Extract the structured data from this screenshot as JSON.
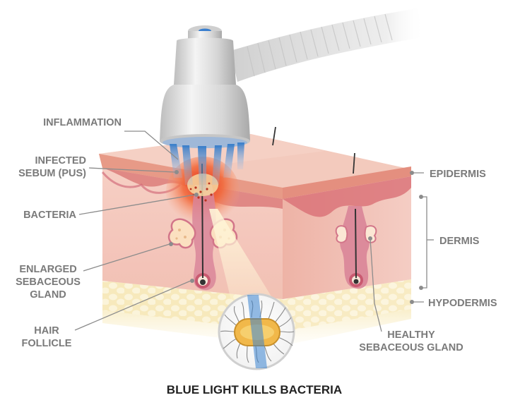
{
  "labels": {
    "inflammation": "INFLAMMATION",
    "infected_sebum_line1": "INFECTED",
    "infected_sebum_line2": "SEBUM (PUS)",
    "bacteria": "BACTERIA",
    "enlarged_line1": "ENLARGED",
    "enlarged_line2": "SEBACEOUS",
    "enlarged_line3": "GLAND",
    "hair_follicle_line1": "HAIR",
    "hair_follicle_line2": "FOLLICLE",
    "epidermis": "EPIDERMIS",
    "dermis": "DERMIS",
    "hypodermis": "HYPODERMIS",
    "healthy_line1": "HEALTHY",
    "healthy_line2": "SEBACEOUS GLAND"
  },
  "caption": "BLUE LIGHT KILLS BACTERIA",
  "colors": {
    "label_text": "#7a7a7a",
    "caption_text": "#222222",
    "blue_light": "#4a8fd4",
    "epidermis": "#e8a08e",
    "dermis": "#f4c8c0",
    "hypodermis": "#f6e9b8",
    "inflammation": "#e8452a",
    "device_body": "#d9d9d9"
  }
}
